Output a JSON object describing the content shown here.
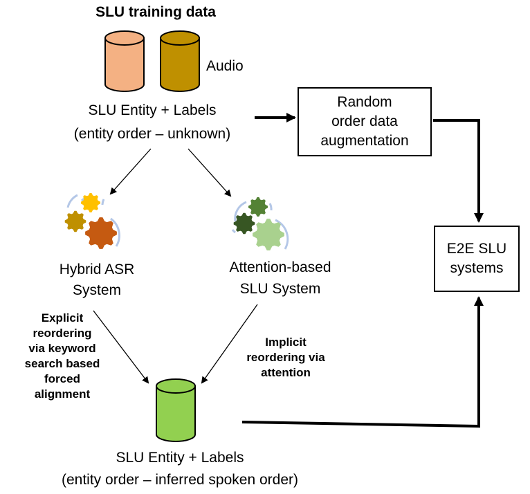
{
  "top": {
    "title": "SLU training data",
    "audio_label": "Audio",
    "label_line1": "SLU Entity + Labels",
    "label_line2": "(entity order – unknown)"
  },
  "augment_box": {
    "line1": "Random",
    "line2": "order data",
    "line3": "augmentation"
  },
  "e2e_box": {
    "line1": "E2E SLU",
    "line2": "systems"
  },
  "hybrid": {
    "line1": "Hybrid ASR",
    "line2": "System"
  },
  "attention": {
    "line1": "Attention-based",
    "line2": "SLU System"
  },
  "explicit_note": {
    "lines": [
      "Explicit",
      "reordering",
      "via keyword",
      "search based",
      "forced",
      "alignment"
    ]
  },
  "implicit_note": {
    "lines": [
      "Implicit",
      "reordering via",
      "attention"
    ]
  },
  "bottom": {
    "label_line1": "SLU Entity + Labels",
    "label_line2": "(entity order – inferred spoken order)"
  },
  "colors": {
    "cyl_entity": "#F4B183",
    "cyl_audio": "#BF9000",
    "cyl_output": "#92D050",
    "gear_yellow": "#FFC000",
    "gear_gold": "#BF9000",
    "gear_orange": "#C55A11",
    "gear_green": "#548235",
    "gear_darkgreen": "#375623",
    "gear_lightgreen": "#A9D18E",
    "arc": "#B4C7E7"
  }
}
